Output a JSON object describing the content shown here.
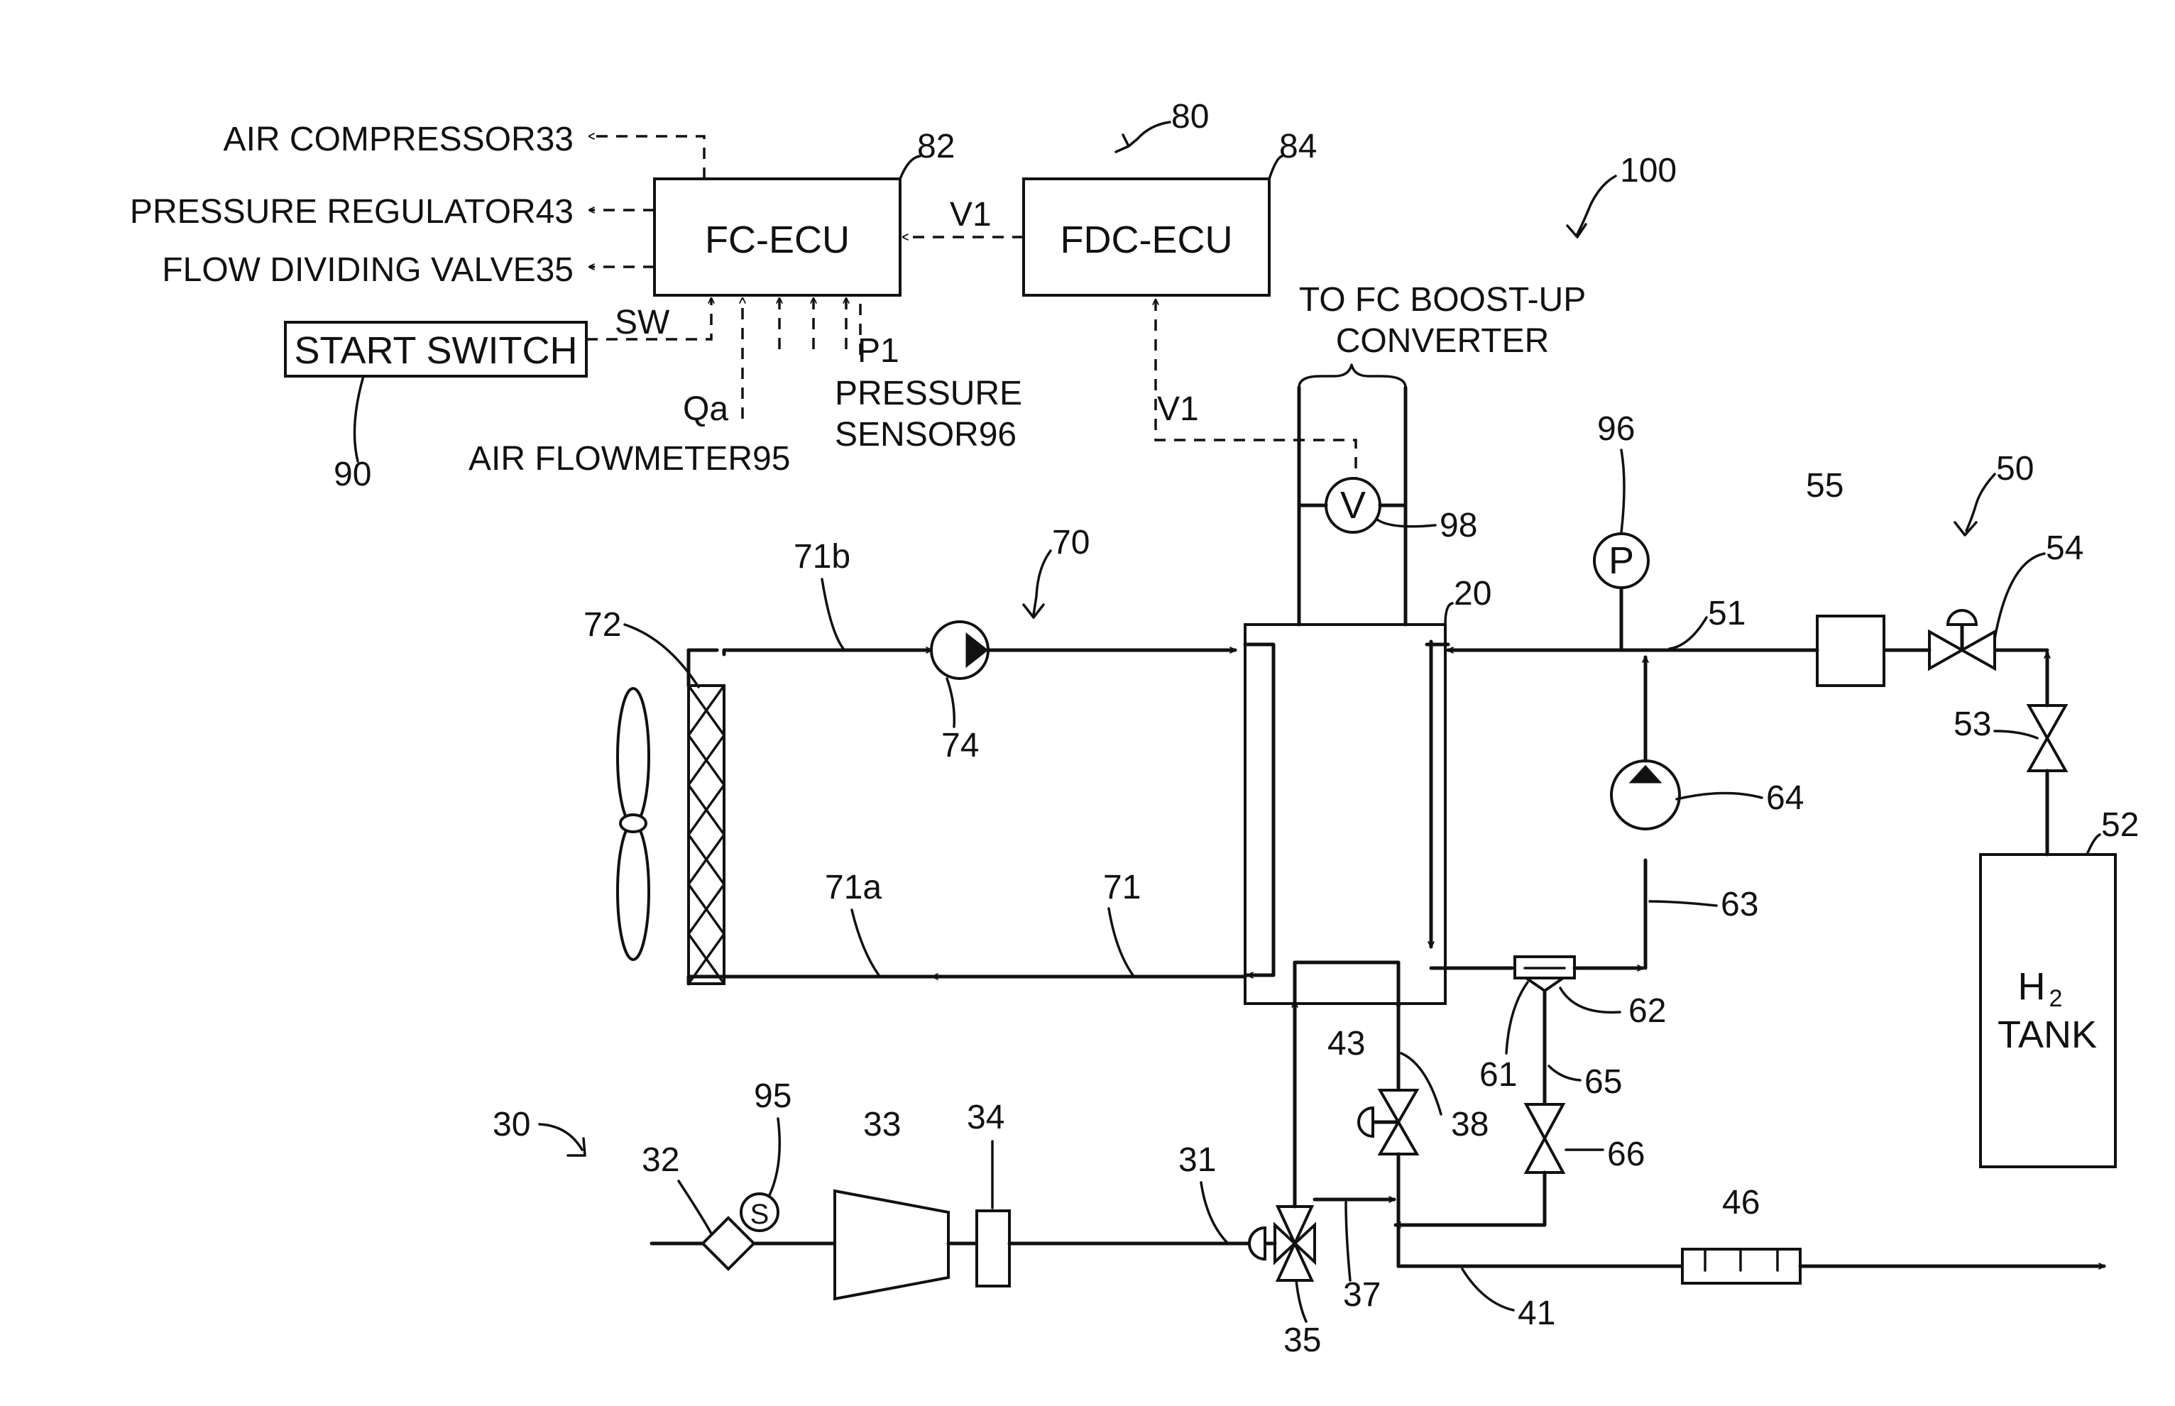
{
  "ecu": {
    "fc_ecu": "FC-ECU",
    "fdc_ecu": "FDC-ECU",
    "start_switch": "START SWITCH",
    "sig_v1_a": "V1",
    "sig_v1_b": "V1",
    "sig_sw": "SW",
    "sig_qa": "Qa",
    "sig_p1": "P1"
  },
  "outputs": {
    "air_compressor": "AIR COMPRESSOR33",
    "pressure_regulator": "PRESSURE REGULATOR43",
    "flow_dividing_valve": "FLOW DIVIDING VALVE35"
  },
  "inputs": {
    "air_flowmeter": "AIR FLOWMETER95",
    "pressure_sensor_line1": "PRESSURE",
    "pressure_sensor_line2": "SENSOR96"
  },
  "converter": {
    "line1": "TO FC BOOST-UP",
    "line2": "CONVERTER"
  },
  "tank": {
    "line1": "H",
    "subscript": "2",
    "line2": "TANK"
  },
  "symbols": {
    "voltmeter": "V",
    "pressure": "P",
    "sensor": "S"
  },
  "refs": {
    "r100": "100",
    "r80": "80",
    "r82": "82",
    "r84": "84",
    "r90": "90",
    "r96": "96",
    "r98": "98",
    "r20": "20",
    "r70": "70",
    "r72": "72",
    "r71b": "71b",
    "r74": "74",
    "r71a": "71a",
    "r71": "71",
    "r51": "51",
    "r55": "55",
    "r50": "50",
    "r54": "54",
    "r53": "53",
    "r52": "52",
    "r64": "64",
    "r63": "63",
    "r62": "62",
    "r61": "61",
    "r65": "65",
    "r66": "66",
    "r43": "43",
    "r38": "38",
    "r30": "30",
    "r32": "32",
    "r95": "95",
    "r33": "33",
    "r34": "34",
    "r31": "31",
    "r35": "35",
    "r37": "37",
    "r41": "41",
    "r46": "46"
  }
}
